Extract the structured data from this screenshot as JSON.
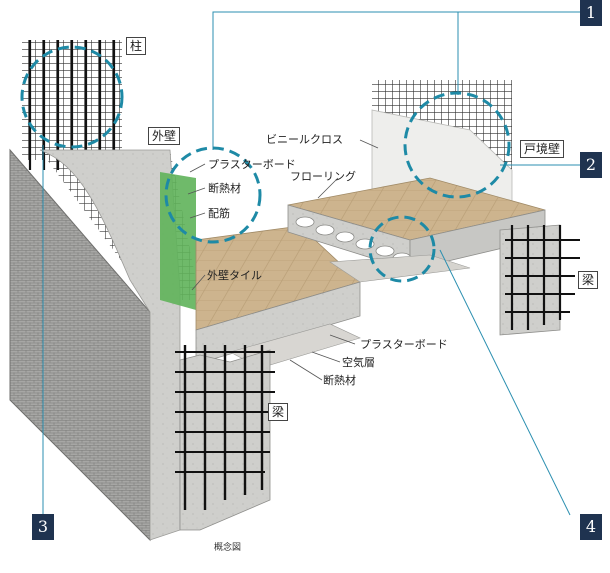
{
  "labels": {
    "column": "柱",
    "exterior_wall": "外壁",
    "plasterboard_top": "プラスターボード",
    "insulation_top": "断熱材",
    "rebar": "配筋",
    "vinyl_cloth": "ビニールクロス",
    "flooring": "フローリング",
    "party_wall": "戸境壁",
    "beam_right": "梁",
    "exterior_tile": "外壁タイル",
    "plasterboard_bottom": "プラスターボード",
    "air_layer": "空気層",
    "insulation_bottom": "断熱材",
    "beam_left": "梁"
  },
  "markers": [
    "1",
    "2",
    "3",
    "4"
  ],
  "caption": "概念図",
  "colors": {
    "marker_bg": "#1f3350",
    "callout_line": "#2b8fb0",
    "highlight_circle": "#1e8aa6",
    "concrete": "#c9c9c6",
    "tile": "#9a9a98",
    "insulation": "#5fb35a",
    "wood": "#c9b08a",
    "rebar": "#1a1a1a"
  }
}
